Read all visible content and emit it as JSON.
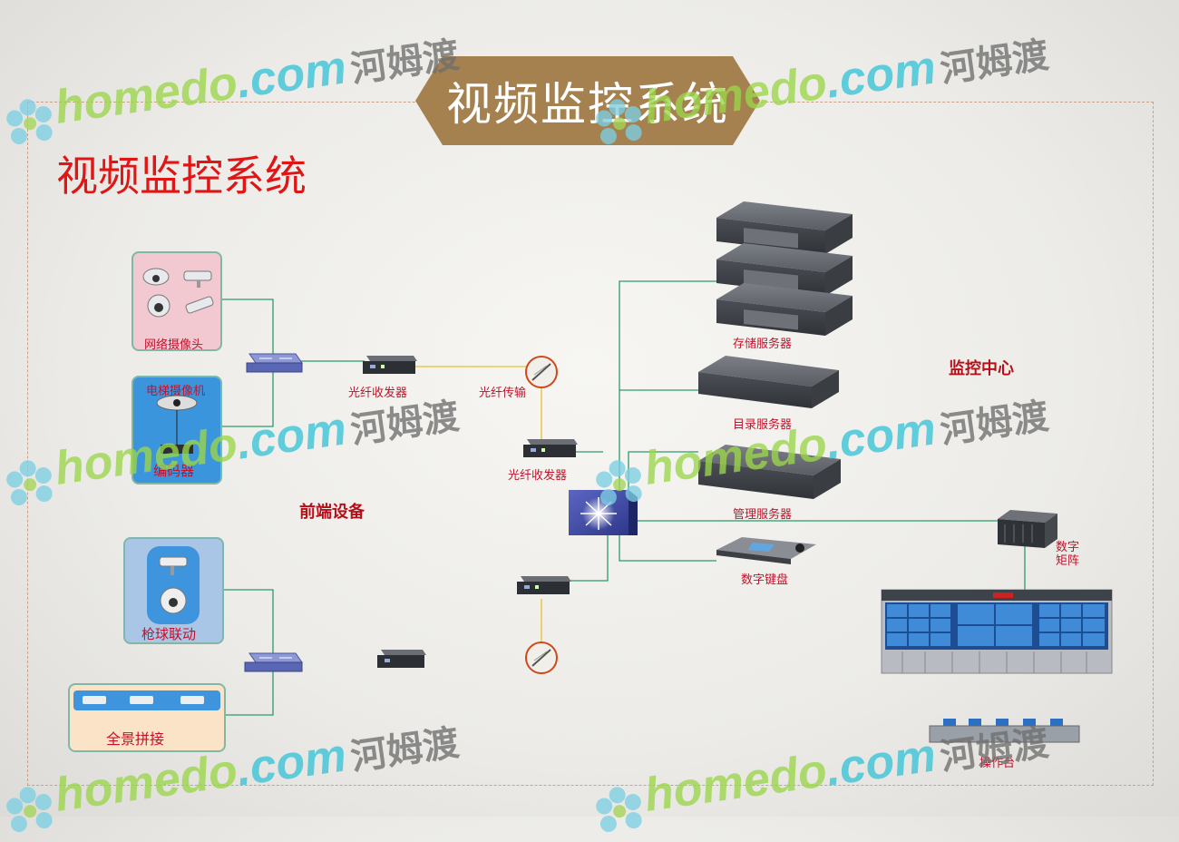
{
  "banner": {
    "title": "视频监控系统",
    "color": "#a5814f"
  },
  "main_title": "视频监控系统",
  "sections": {
    "front_end": "前端设备",
    "monitor_center": "监控中心"
  },
  "front_end": {
    "network_camera": "网络摄像头",
    "elevator_camera": "电梯摄像机",
    "encoder": "编码器",
    "gun_ball_linkage": "枪球联动",
    "panorama_stitch": "全景拼接"
  },
  "transport": {
    "fiber_transceiver_1": "光纤收发器",
    "fiber_link": "光纤传输",
    "fiber_transceiver_2": "光纤收发器"
  },
  "center": {
    "storage_server": "存储服务器",
    "directory_server": "目录服务器",
    "management_server": "管理服务器",
    "digital_keyboard": "数字键盘",
    "digital_matrix_line1": "数字",
    "digital_matrix_line2": "矩阵",
    "console": "操作台"
  },
  "watermark": {
    "home": "home",
    "do": "do",
    "com": ".com",
    "cn": "河姆渡"
  },
  "colors": {
    "line_green": "#2e9a6a",
    "line_yellow": "#e8c030",
    "label_red": "#c0142c",
    "title_red": "#e01515"
  }
}
